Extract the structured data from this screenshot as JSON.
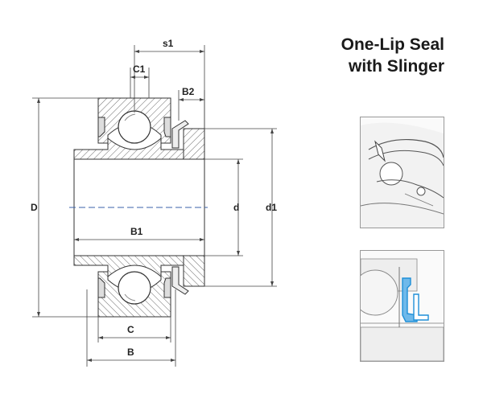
{
  "title": {
    "line1": "One-Lip Seal",
    "line2": "with Slinger"
  },
  "dimensions": {
    "s1": "s1",
    "C1": "C1",
    "B2": "B2",
    "D": "D",
    "d": "d",
    "d1": "d1",
    "B1": "B1",
    "C": "C",
    "B": "B"
  },
  "colors": {
    "line": "#333333",
    "hatch": "#555555",
    "center_line": "#3a62a8",
    "seal_blue": "#1e8fd8"
  }
}
